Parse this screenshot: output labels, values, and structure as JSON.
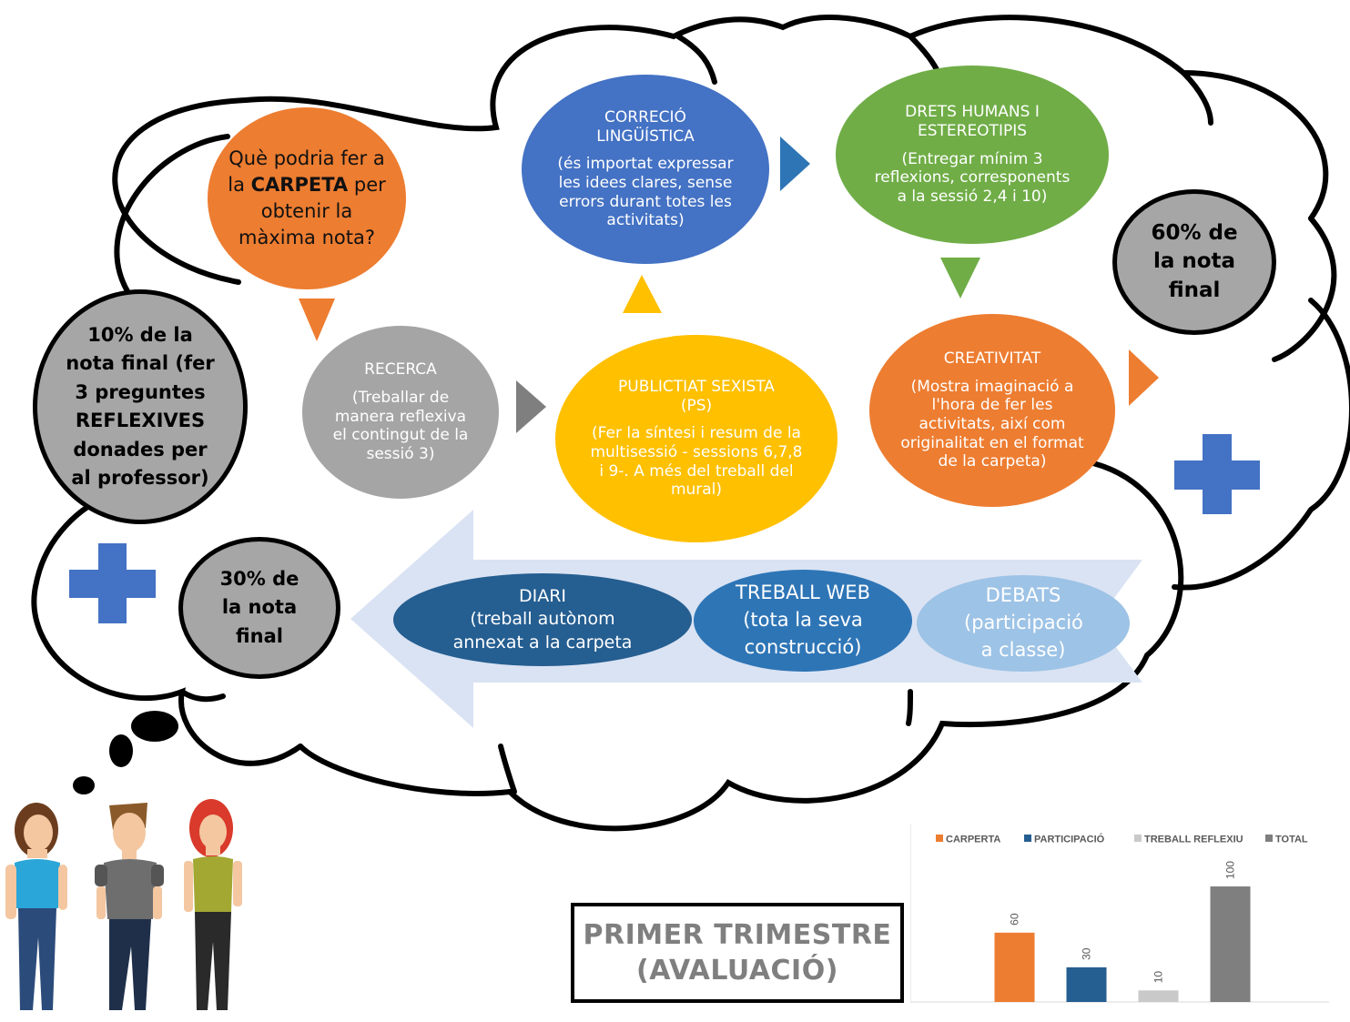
{
  "question": {
    "pre": "Què podria fer a la",
    "bold": "CARPETA",
    "post": "per obtenir la màxima nota?"
  },
  "circles": {
    "correccio": {
      "title": "CORRECIÓ LINGÜÍSTICA",
      "body": "(és importat expressar les idees clares, sense errors durant totes les activitats)"
    },
    "drets": {
      "title": "DRETS HUMANS I ESTEREOTIPIS",
      "body": "(Entregar mínim 3 reflexions, corresponents a la sessió 2,4 i 10)"
    },
    "recerca": {
      "title": "RECERCA",
      "body": "(Treballar de manera reflexiva el contingut de la sessió 3)"
    },
    "publicitat": {
      "title": "PUBLICTIAT SEXISTA (PS)",
      "body": "(Fer la síntesi i resum de la multisessió - sessions 6,7,8 i 9-. A més del treball del mural)"
    },
    "creativitat": {
      "title": "CREATIVITAT",
      "body": "(Mostra imaginació a l'hora de fer les activitats, així com originalitat en el format de la carpeta)"
    }
  },
  "grades": {
    "reflexives": "10% de la nota final (fer 3 preguntes REFLEXIVES donades per al professor)",
    "carpeta": "60% de la nota final",
    "participacio": "30% de la nota final"
  },
  "participation": {
    "diari": {
      "title": "DIARI",
      "body": "(treball autònom annexat a la carpeta"
    },
    "web": {
      "title": "TREBALL WEB",
      "body": "(tota la seva construcció)"
    },
    "debats": {
      "title": "DEBATS",
      "body": "(participació a classe)"
    }
  },
  "title_box": {
    "line1": "PRIMER TRIMESTRE",
    "line2": "(AVALUACIÓ)"
  },
  "colors": {
    "orange": "#ed7d31",
    "blue": "#4472c4",
    "green": "#70ad47",
    "gray": "#a5a5a5",
    "yellow": "#ffc000",
    "navy": "#255e91",
    "mid_blue": "#2e75b6",
    "light_blue": "#9dc3e6"
  },
  "chart_data": {
    "type": "bar",
    "categories": [
      "CARPERTA",
      "PARTICIPACIÓ",
      "TREBALL REFLEXIU",
      "TOTAL"
    ],
    "values": [
      60,
      30,
      10,
      100
    ],
    "colors": [
      "#ed7d31",
      "#255e91",
      "#c9c9c9",
      "#7f7f7f"
    ],
    "legend": "top",
    "ylim": [
      0,
      115
    ],
    "grid": false,
    "data_labels": true
  }
}
